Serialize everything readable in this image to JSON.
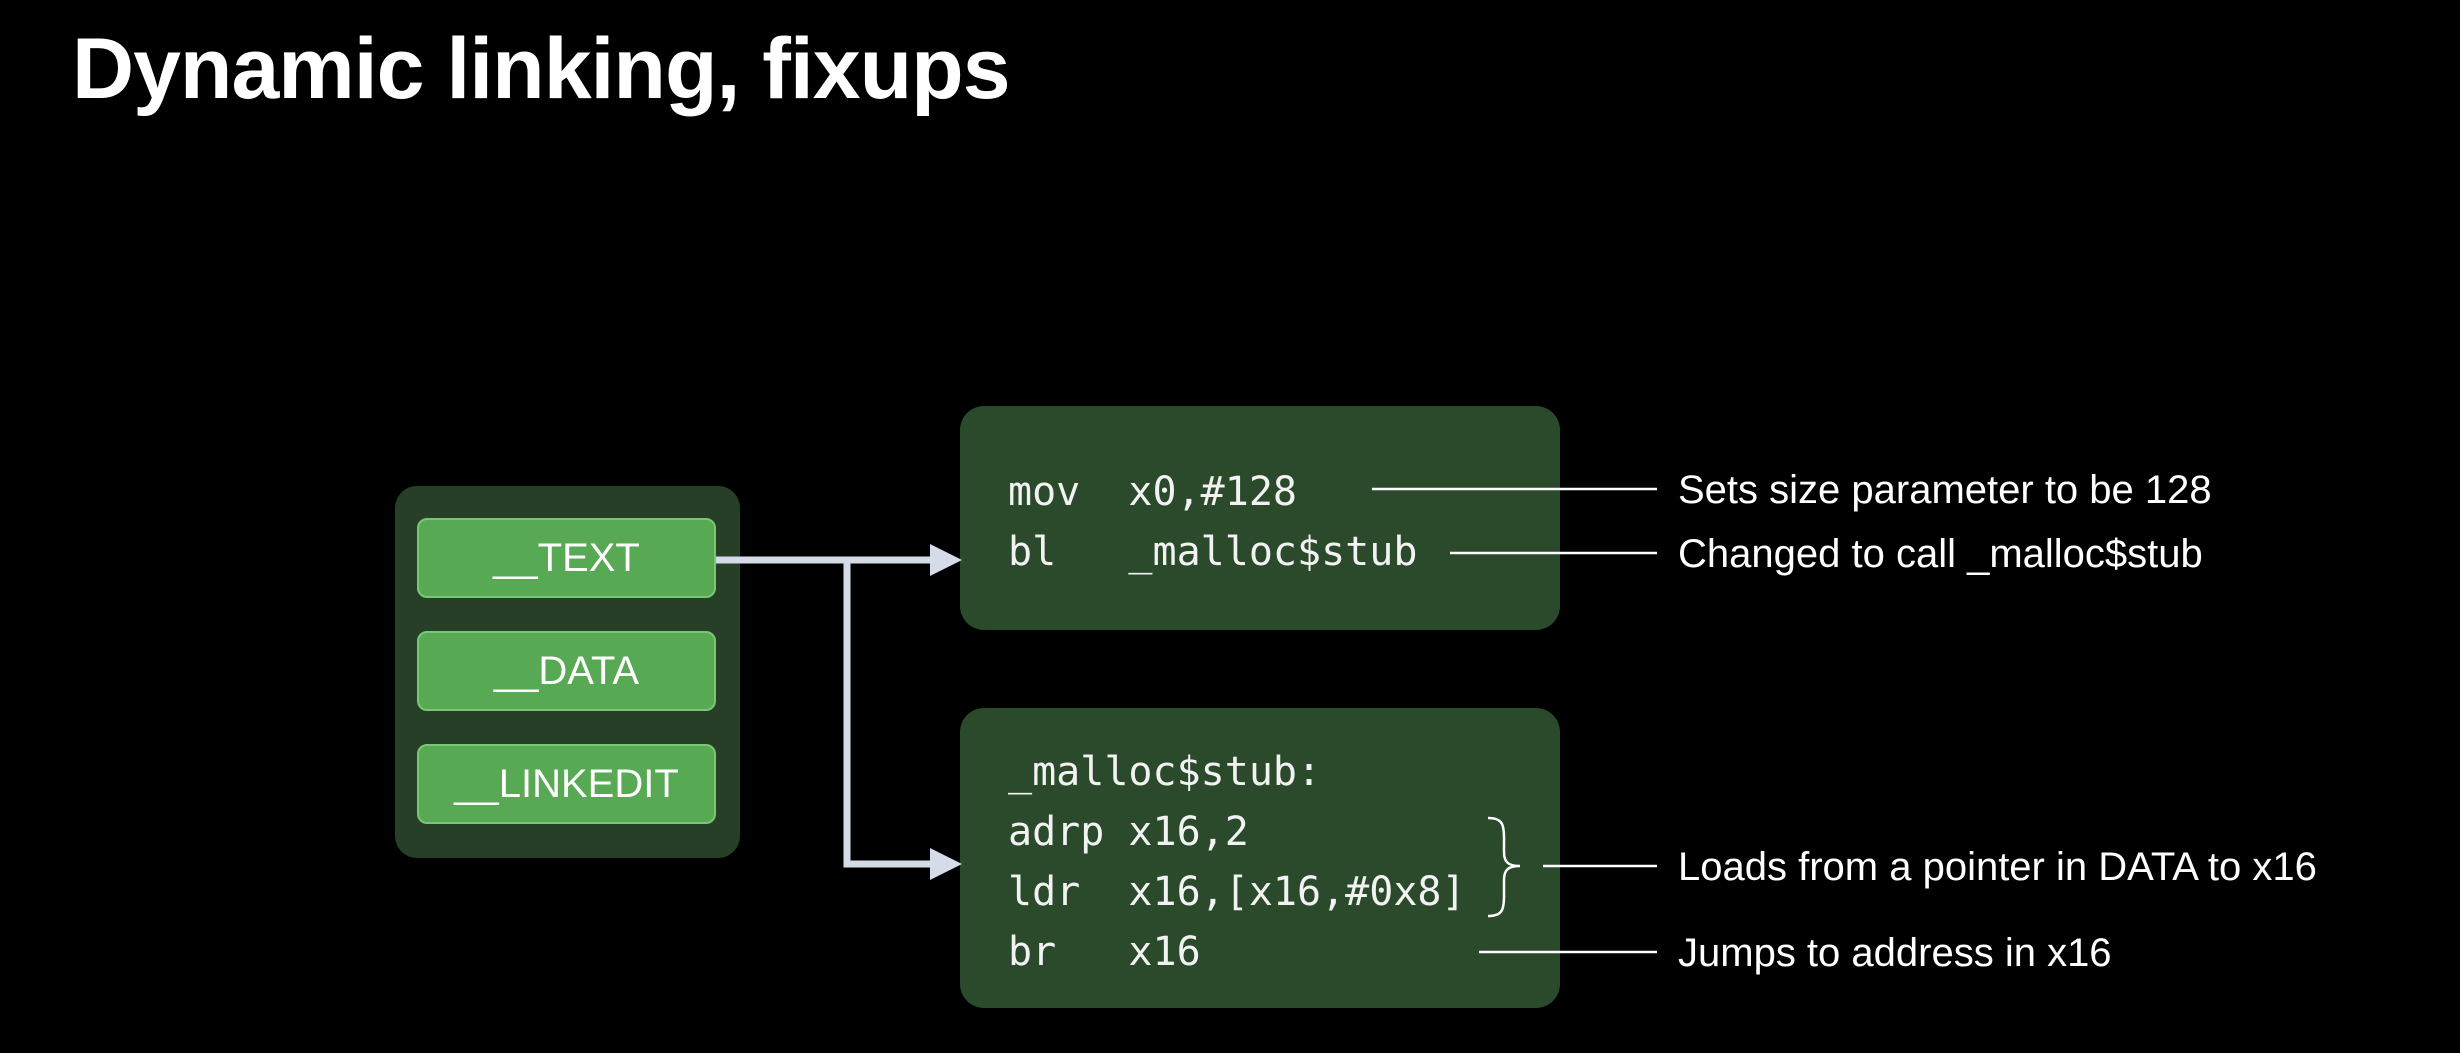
{
  "title": "Dynamic linking, fixups",
  "segments": [
    "__TEXT",
    "__DATA",
    "__LINKEDIT"
  ],
  "code_block_1": {
    "lines": [
      "mov  x0,#128",
      "bl   _malloc$stub"
    ]
  },
  "code_block_2": {
    "lines": [
      "_malloc$stub:",
      "adrp x16,2",
      "ldr  x16,[x16,#0x8]",
      "br   x16"
    ]
  },
  "annotations": [
    "Sets size parameter to be 128",
    "Changed to call _malloc$stub",
    "Loads from a pointer in DATA to x16",
    "Jumps to address in x16"
  ],
  "colors": {
    "background": "#000000",
    "segment_fill": "#58a954",
    "segment_container": "#273e27",
    "code_box": "#2a4a2b",
    "arrow": "#d6dbe8"
  }
}
